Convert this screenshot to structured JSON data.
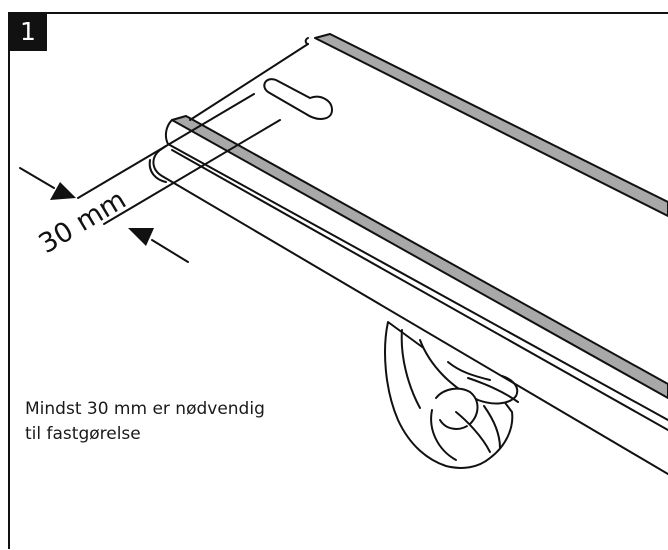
{
  "step": {
    "number": "1"
  },
  "dimension": {
    "label": "30 mm"
  },
  "caption": {
    "line1": "Mindst 30 mm er nødvendig",
    "line2": "til fastgørelse"
  },
  "colors": {
    "line": "#111111",
    "strip": "#a8a8a8",
    "badge": "#111111",
    "badge_text": "#ffffff",
    "background": "#ffffff"
  }
}
